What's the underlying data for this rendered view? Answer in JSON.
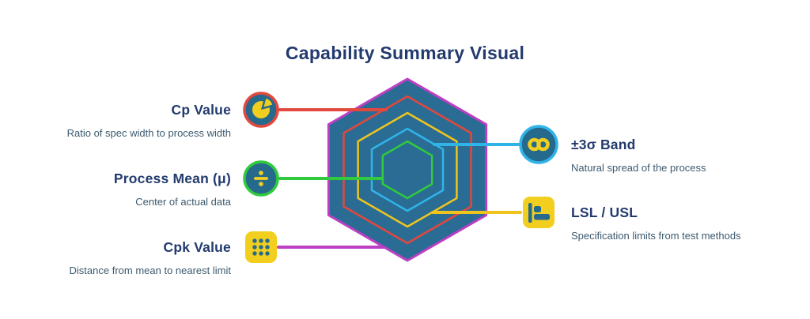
{
  "title": "Capability Summary Visual",
  "left_items": [
    {
      "heading": "Cp Value",
      "description": "Ratio of spec width to process width",
      "icon": "pie-chart-icon",
      "accent": "#E2483D"
    },
    {
      "heading": "Process Mean (μ)",
      "description": "Center of actual data",
      "icon": "division-icon",
      "accent": "#31C93E"
    },
    {
      "heading": "Cpk Value",
      "description": "Distance from mean to nearest limit",
      "icon": "dots-grid-icon",
      "accent": "#BC3FC4"
    }
  ],
  "right_items": [
    {
      "heading": "±3σ Band",
      "description": "Natural spread of the process",
      "icon": "infinity-icon",
      "accent": "#30B4E8"
    },
    {
      "heading": "LSL / USL",
      "description": "Specification limits from test methods",
      "icon": "limit-bars-icon",
      "accent": "#EFC51D"
    }
  ],
  "colors": {
    "heading_navy": "#223A6E",
    "subtitle_slate": "#3D5A6E",
    "hex_fill": "#2A6C94",
    "outline_magenta": "#BC3FC4",
    "ring_red": "#E2483D",
    "ring_yellow": "#EFC51D",
    "ring_cyan": "#30B4E8",
    "ring_green": "#31C93E",
    "icon_yellow": "#F2CE1E"
  }
}
